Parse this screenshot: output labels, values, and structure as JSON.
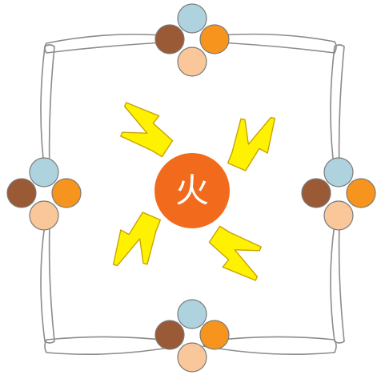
{
  "center": {
    "label": "火",
    "color": "#F26B1D"
  },
  "colors": {
    "loop_stroke": "#8C8C8C",
    "bolt_fill": "#FFF200",
    "bolt_stroke": "#C9A100",
    "node_outline": "#7A7A7A"
  },
  "clusters": [
    {
      "name": "top"
    },
    {
      "name": "left"
    },
    {
      "name": "right"
    },
    {
      "name": "bottom"
    }
  ],
  "cluster_balls": [
    {
      "name": "light-blue",
      "color": "#AFD3DE"
    },
    {
      "name": "brown",
      "color": "#9A5A35"
    },
    {
      "name": "orange",
      "color": "#F7941D"
    },
    {
      "name": "peach",
      "color": "#F9C79A"
    }
  ],
  "lightning_bolts": [
    {
      "name": "upper-left"
    },
    {
      "name": "upper-right"
    },
    {
      "name": "lower-left"
    },
    {
      "name": "lower-right"
    }
  ]
}
